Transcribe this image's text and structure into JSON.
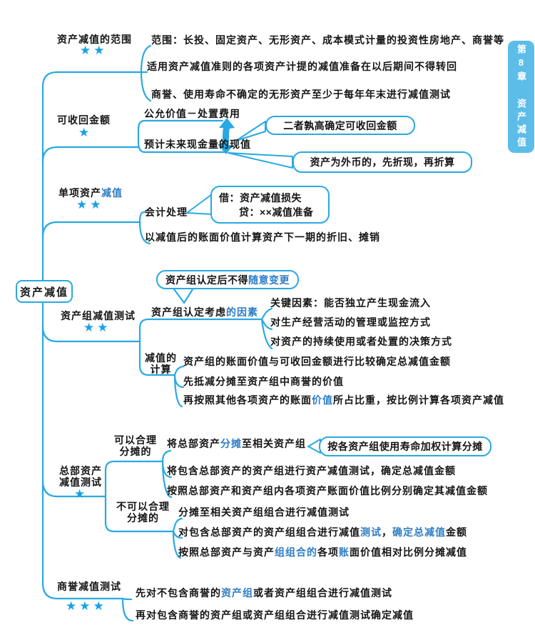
{
  "palette": {
    "line": "#29a9e2",
    "ink": "#151515",
    "hl": "#2d7dc5",
    "star": "#18a0e8",
    "tab-bg": "#5cbde9",
    "tab-ink": "#ffffff",
    "bg": "#ffffff"
  },
  "side_tab": {
    "label": "第8章 资产减值"
  },
  "root": {
    "label": "资产减值"
  },
  "branches": {
    "scope": {
      "label": "资产减值的范围",
      "stars": "★★",
      "items": [
        "范围：长投、固定资产、无形资产、成本模式计量的投资性房地产、商誉等",
        "适用资产减值准则的各项资产计提的减值准备在以后期间不得转回",
        "商誉、使用寿命不确定的无形资产至少于每年年末进行减值测试"
      ]
    },
    "recoverable": {
      "label": "可收回金额",
      "stars": "★",
      "fair_value": "公允价值－处置费用",
      "present_value": "预计未来现金量的现值",
      "callout_higher": "二者孰高确定可收回金额",
      "callout_fx": "资产为外币的，先折现，再折算"
    },
    "single_asset": {
      "label": [
        {
          "t": "单项资产"
        },
        {
          "t": "减值",
          "hl": true
        }
      ],
      "stars": "★★",
      "accounting": "会计处理",
      "entry": {
        "debit": "借：资产减值损失",
        "credit": "贷：××减值准备"
      },
      "after": "以减值后的账面价值计算资产下一期的折旧、摊销"
    },
    "asset_group": {
      "label": "资产组减值测试",
      "stars": "★★",
      "callout_no_change": [
        {
          "t": "资产组认定后不得"
        },
        {
          "t": "随意变更",
          "hl": true
        }
      ],
      "factors_node": [
        {
          "t": "资产组认定考虑"
        },
        {
          "t": "的因素",
          "hl": true
        }
      ],
      "factors": [
        "关键因素：能否独立产生现金流入",
        "对生产经营活动的管理或监控方式",
        "对资产的持续使用或者处置的决策方式"
      ],
      "calc_node": {
        "line1": "减值的",
        "line2": "计算"
      },
      "calc_items": {
        "m1": "资产组的账面价值与可收回金额进行比较确定总减值金额",
        "m2": "先抵减分摊至资产组中商誉的价值",
        "m3": [
          {
            "t": "再按照其他各项资产的账面"
          },
          {
            "t": "价值",
            "hl": true
          },
          {
            "t": "所占比重，按比例计算各项资产减值"
          }
        ]
      }
    },
    "hq_assets": {
      "label": {
        "line1": "总部资产",
        "line2": "减值测试"
      },
      "stars": "★",
      "allocatable": {
        "label": {
          "line1": "可以合理",
          "line2": "分摊的"
        },
        "r1": [
          {
            "t": "将总部资产"
          },
          {
            "t": "分摊",
            "hl": true
          },
          {
            "t": "至相关资产组"
          }
        ],
        "r2": "将包含总部资产的资产组进行资产减值测试，确定总减值金额",
        "r3": "按照总部资产和资产组内各项资产账面价值比例分别确定其减值金额",
        "callout_weight": "按各资产组使用寿命加权计算分摊"
      },
      "not_allocatable": {
        "label": {
          "line1": "不可以合理",
          "line2": "分摊的"
        },
        "r1": "分摊至相关资产组组合进行减值测试",
        "r2": [
          {
            "t": "对包含总部资产的资产组组合进行减值"
          },
          {
            "t": "测试",
            "hl": true
          },
          {
            "t": "，"
          },
          {
            "t": "确定总减值",
            "hl": true
          },
          {
            "t": "金额"
          }
        ],
        "r3": [
          {
            "t": "按照总部资产与资产"
          },
          {
            "t": "组组合的",
            "hl": true
          },
          {
            "t": "各项"
          },
          {
            "t": "账",
            "hl": true
          },
          {
            "t": "面价值相对比例分摊减值"
          }
        ]
      }
    },
    "goodwill": {
      "label": "商誉减值测试",
      "stars": "★★★",
      "r1": [
        {
          "t": "先对不包含商誉的"
        },
        {
          "t": "资产组",
          "hl": true
        },
        {
          "t": "或者资产组组合进行减值测试"
        }
      ],
      "r2": "再对包含商誉的资产组或资产组组合进行减值测试确定减值"
    }
  }
}
